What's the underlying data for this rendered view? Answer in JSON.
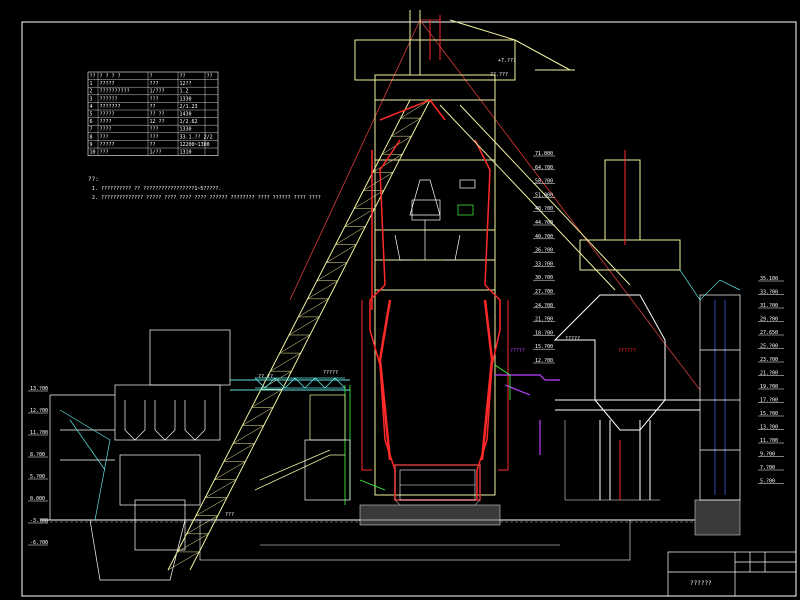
{
  "drawing": {
    "background": "#000000",
    "palette": {
      "frame": "#ffffff",
      "structure": "#f2f2a0",
      "refractory": "#ff2a2a",
      "dim": "#d43a3a",
      "cyan": "#5fe0e0",
      "magenta": "#c040ff",
      "green": "#40ff40",
      "blue": "#4a6aff",
      "grey": "#b0b0b0"
    },
    "table": {
      "header": [
        "??",
        "? ? ? ?",
        "?",
        "??",
        "??"
      ],
      "rows": [
        [
          "1",
          "?????",
          "???",
          "12??"
        ],
        [
          "2",
          "??????????",
          "1/???",
          "1.2"
        ],
        [
          "3",
          "??????",
          "???",
          "1330"
        ],
        [
          "4",
          "???????",
          "??",
          "2/1.23"
        ],
        [
          "5",
          "?????",
          "?? ??",
          "1430"
        ],
        [
          "6",
          "????",
          "12 ??",
          "1/2.62"
        ],
        [
          "7",
          "????",
          "???",
          "1330"
        ],
        [
          "8",
          "???",
          "???",
          "33.1.?? 2/2"
        ],
        [
          "9",
          "?????",
          "??",
          "12200~1300"
        ],
        [
          "10",
          "???",
          "1/??",
          "1310"
        ]
      ]
    },
    "notes": {
      "heading": "??:",
      "lines": [
        "1. ??????????  ?? ?????????????????1~5?????.",
        "2. ??????????????  ?????  ????  ????  ????  ??????  ????????  ????  ??????  ????  ????"
      ]
    },
    "elevations_right": [
      "35.100",
      "33.?00",
      "31.?00",
      "29.?00",
      "27.650",
      "25.?00",
      "23.?00",
      "21.?00",
      "19.?00",
      "17.?00",
      "15.?00",
      "13.?00",
      "11.?00",
      "9.?00",
      "7.?00",
      "5.?00"
    ],
    "elevations_center": [
      "71.000",
      "64.?00",
      "58.?00",
      "51.000",
      "48.?00",
      "44.?00",
      "40.?00",
      "36.?00",
      "33.?00",
      "30.?00",
      "27.?00",
      "24.?00",
      "21.?00",
      "18.?00",
      "15.?00",
      "12.?00"
    ],
    "elevations_left": [
      "13.?00",
      "12.?00",
      "11.?00",
      "8.?00",
      "5.?00",
      "0.000",
      "-3.?00",
      "-6.?00"
    ],
    "misc_labels": [
      "??.???",
      "+7.???",
      "?????",
      "??????",
      "?????",
      "??.??",
      "?????",
      "???"
    ],
    "title_block": {
      "label": "??????"
    }
  }
}
